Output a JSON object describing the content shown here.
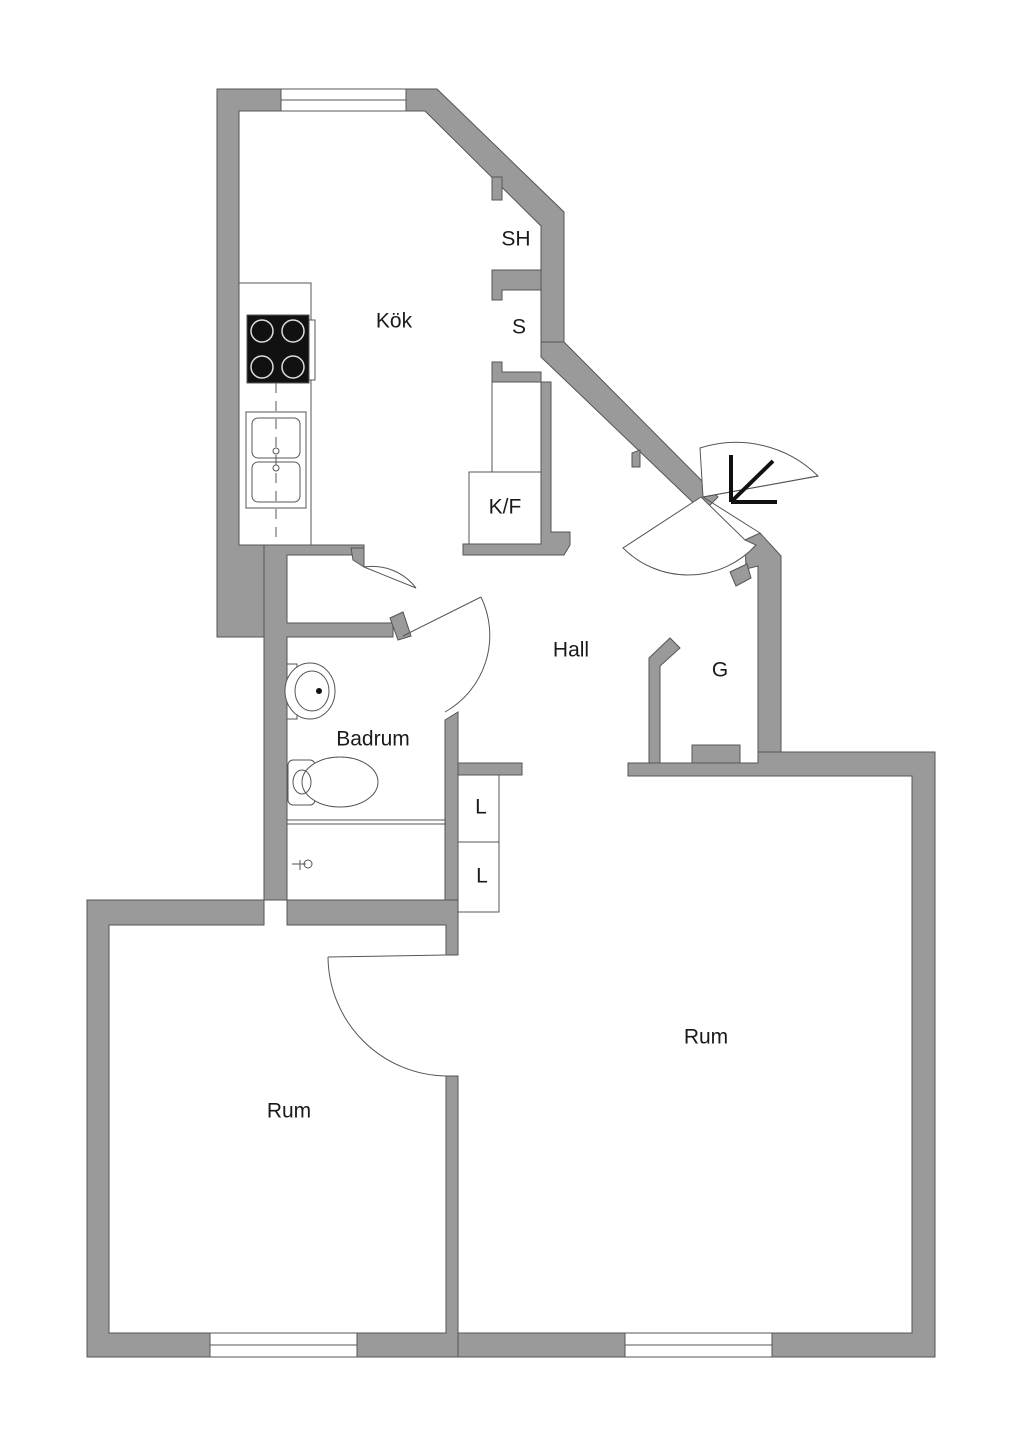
{
  "rooms": {
    "kitchen": "Kök",
    "hall": "Hall",
    "bathroom": "Badrum",
    "room_left": "Rum",
    "room_right": "Rum"
  },
  "closets": {
    "sh": "SH",
    "s": "S",
    "kf": "K/F",
    "g": "G",
    "l1": "L",
    "l2": "L"
  },
  "icons": [
    "north-arrow-icon",
    "stove-icon",
    "sink-icon",
    "washbasin-icon",
    "toilet-icon",
    "shower-icon"
  ],
  "colors": {
    "wall": "#9a9a9a",
    "outline": "#555555",
    "background": "#ffffff"
  }
}
